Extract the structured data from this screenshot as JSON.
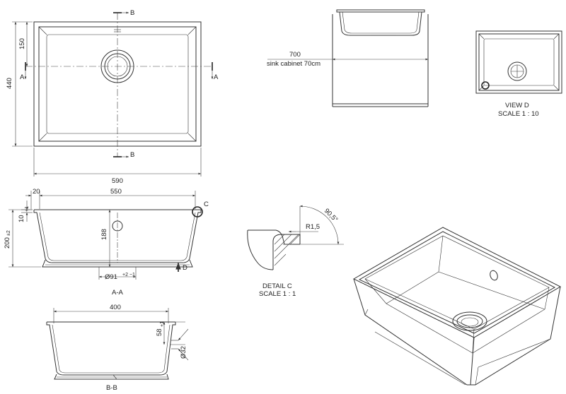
{
  "top_view": {
    "width_dim": "590",
    "height_dim": "440",
    "offset_dim": "150",
    "section_a_left": "A",
    "section_a_right": "A",
    "section_b_top": "B",
    "section_b_bottom": "B"
  },
  "cabinet_view": {
    "dim": "700",
    "note": "sink cabinet 70cm"
  },
  "view_d": {
    "title": "VIEW D",
    "scale": "SCALE 1 : 10"
  },
  "section_aa": {
    "dim_20": "20",
    "dim_550": "550",
    "dim_10": "10",
    "dim_10_tol": "+1",
    "dim_200": "200",
    "dim_200_tol": "±2",
    "dim_188": "188",
    "dim_91": "Ø91",
    "dim_91_tol": "+2 −1",
    "detail_c_marker": "C",
    "view_d_marker": "D",
    "label": "A-A"
  },
  "detail_c": {
    "radius": "R1,5",
    "angle": "90,5°",
    "title": "DETAIL C",
    "scale": "SCALE 1 : 1"
  },
  "section_bb": {
    "dim_400": "400",
    "dim_58": "58",
    "dim_58_tol": "+1",
    "dim_32": "Ø32",
    "label": "B-B"
  }
}
